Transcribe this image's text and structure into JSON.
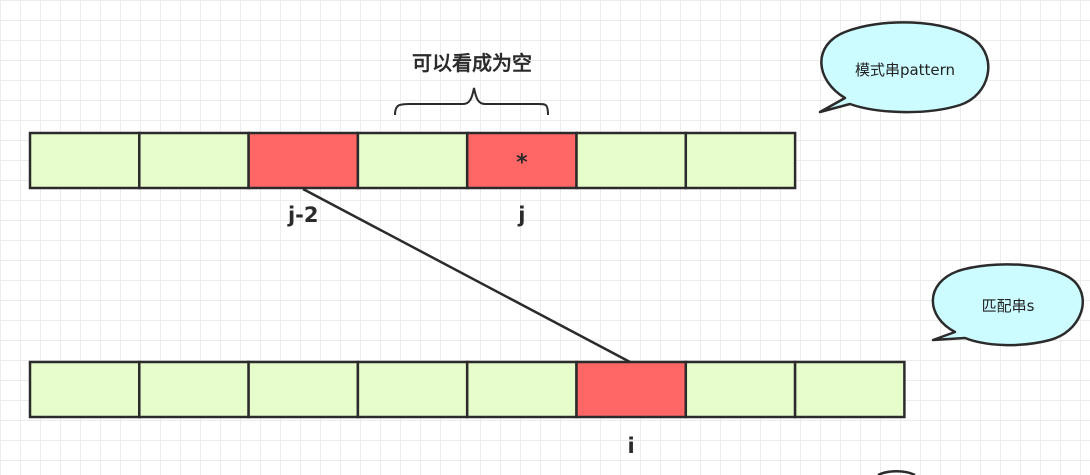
{
  "annotation": {
    "brace_label": "可以看成为空"
  },
  "pattern_row": {
    "name": "pattern",
    "cells": [
      {
        "state": "normal",
        "text": ""
      },
      {
        "state": "normal",
        "text": ""
      },
      {
        "state": "highlight",
        "text": ""
      },
      {
        "state": "normal",
        "text": ""
      },
      {
        "state": "highlight",
        "text": "*"
      },
      {
        "state": "normal",
        "text": ""
      },
      {
        "state": "normal",
        "text": ""
      }
    ],
    "index_labels": [
      {
        "cell": 2,
        "text": "j-2"
      },
      {
        "cell": 4,
        "text": "j"
      }
    ]
  },
  "string_row": {
    "name": "s",
    "cells": [
      {
        "state": "normal",
        "text": ""
      },
      {
        "state": "normal",
        "text": ""
      },
      {
        "state": "normal",
        "text": ""
      },
      {
        "state": "normal",
        "text": ""
      },
      {
        "state": "normal",
        "text": ""
      },
      {
        "state": "highlight",
        "text": ""
      },
      {
        "state": "normal",
        "text": ""
      },
      {
        "state": "normal",
        "text": ""
      }
    ],
    "index_labels": [
      {
        "cell": 5,
        "text": "i"
      }
    ]
  },
  "callouts": {
    "pattern_label": "模式串pattern",
    "string_label": "匹配串s"
  },
  "colors": {
    "normal_fill": "#e6fccb",
    "highlight_fill": "#ff6666",
    "bubble_fill": "#ccfcff",
    "stroke": "#2b2b2b"
  }
}
